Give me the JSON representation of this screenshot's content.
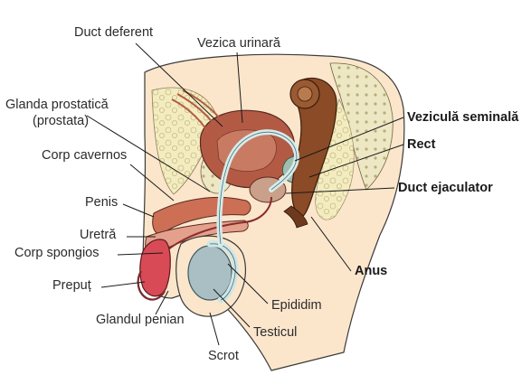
{
  "diagram": {
    "labels": {
      "duct_deferent": "Duct deferent",
      "vezica_urinara": "Vezica urinară",
      "glanda_prostatica": "Glanda prostatică",
      "prostata": "(prostata)",
      "corp_cavernos": "Corp cavernos",
      "penis": "Penis",
      "uretra": "Uretră",
      "corp_spongios": "Corp spongios",
      "prepuț": "Prepuț",
      "glandul_penian": "Glandul penian",
      "scrot": "Scrot",
      "testicul": "Testicul",
      "epididim": "Epididim",
      "anus": "Anus",
      "duct_ejaculator": "Duct ejaculator",
      "rect": "Rect",
      "vezicula_seminala": "Veziculă seminală"
    },
    "colors": {
      "skin": "#fbe6cc",
      "fat": "#f3ecc0",
      "muscle": "#cc6f55",
      "bladder": "#b35a45",
      "rectum": "#8a4b26",
      "testis": "#a9bfc4",
      "duct": "#d6ecec",
      "glans": "#d84a55"
    }
  }
}
